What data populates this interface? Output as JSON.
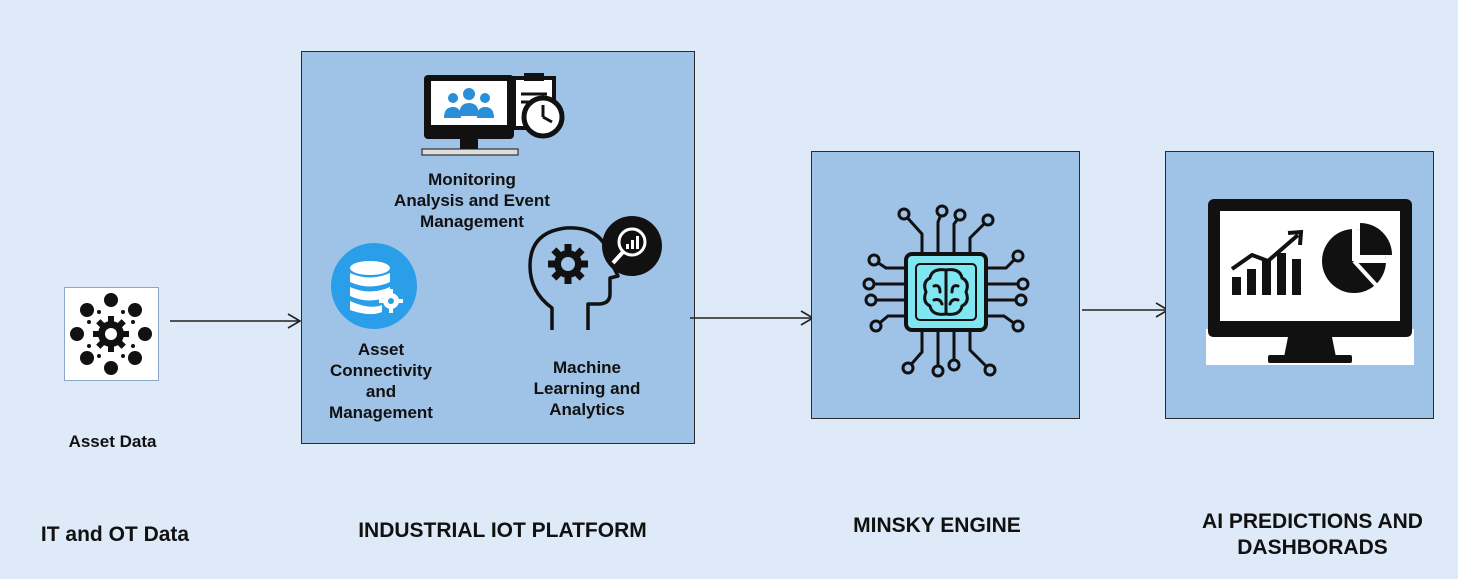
{
  "stages": {
    "it_ot": {
      "caption": "IT and OT Data",
      "asset_label": "Asset Data"
    },
    "iiot": {
      "caption": "INDUSTRIAL IOT PLATFORM",
      "monitoring_lines": [
        "Monitoring",
        "Analysis and Event",
        "Management"
      ],
      "asset_lines": [
        "Asset",
        "Connectivity",
        "and",
        "Management"
      ],
      "ml_lines": [
        "Machine",
        "Learning and",
        "Analytics"
      ]
    },
    "minsky": {
      "caption": "MINSKY ENGINE"
    },
    "ai": {
      "caption_lines": [
        "AI PREDICTIONS AND",
        "DASHBORADS"
      ]
    }
  },
  "icons": [
    "network-gear-icon",
    "monitoring-screen-icon",
    "database-gear-icon",
    "head-gear-analytics-icon",
    "ai-chip-brain-icon",
    "dashboard-monitor-icon"
  ],
  "colors": {
    "background": "#deeaf7",
    "box_fill": "#9fc2e7",
    "accent_blue": "#2a8fd6",
    "chip_cyan": "#7fe6f2"
  }
}
